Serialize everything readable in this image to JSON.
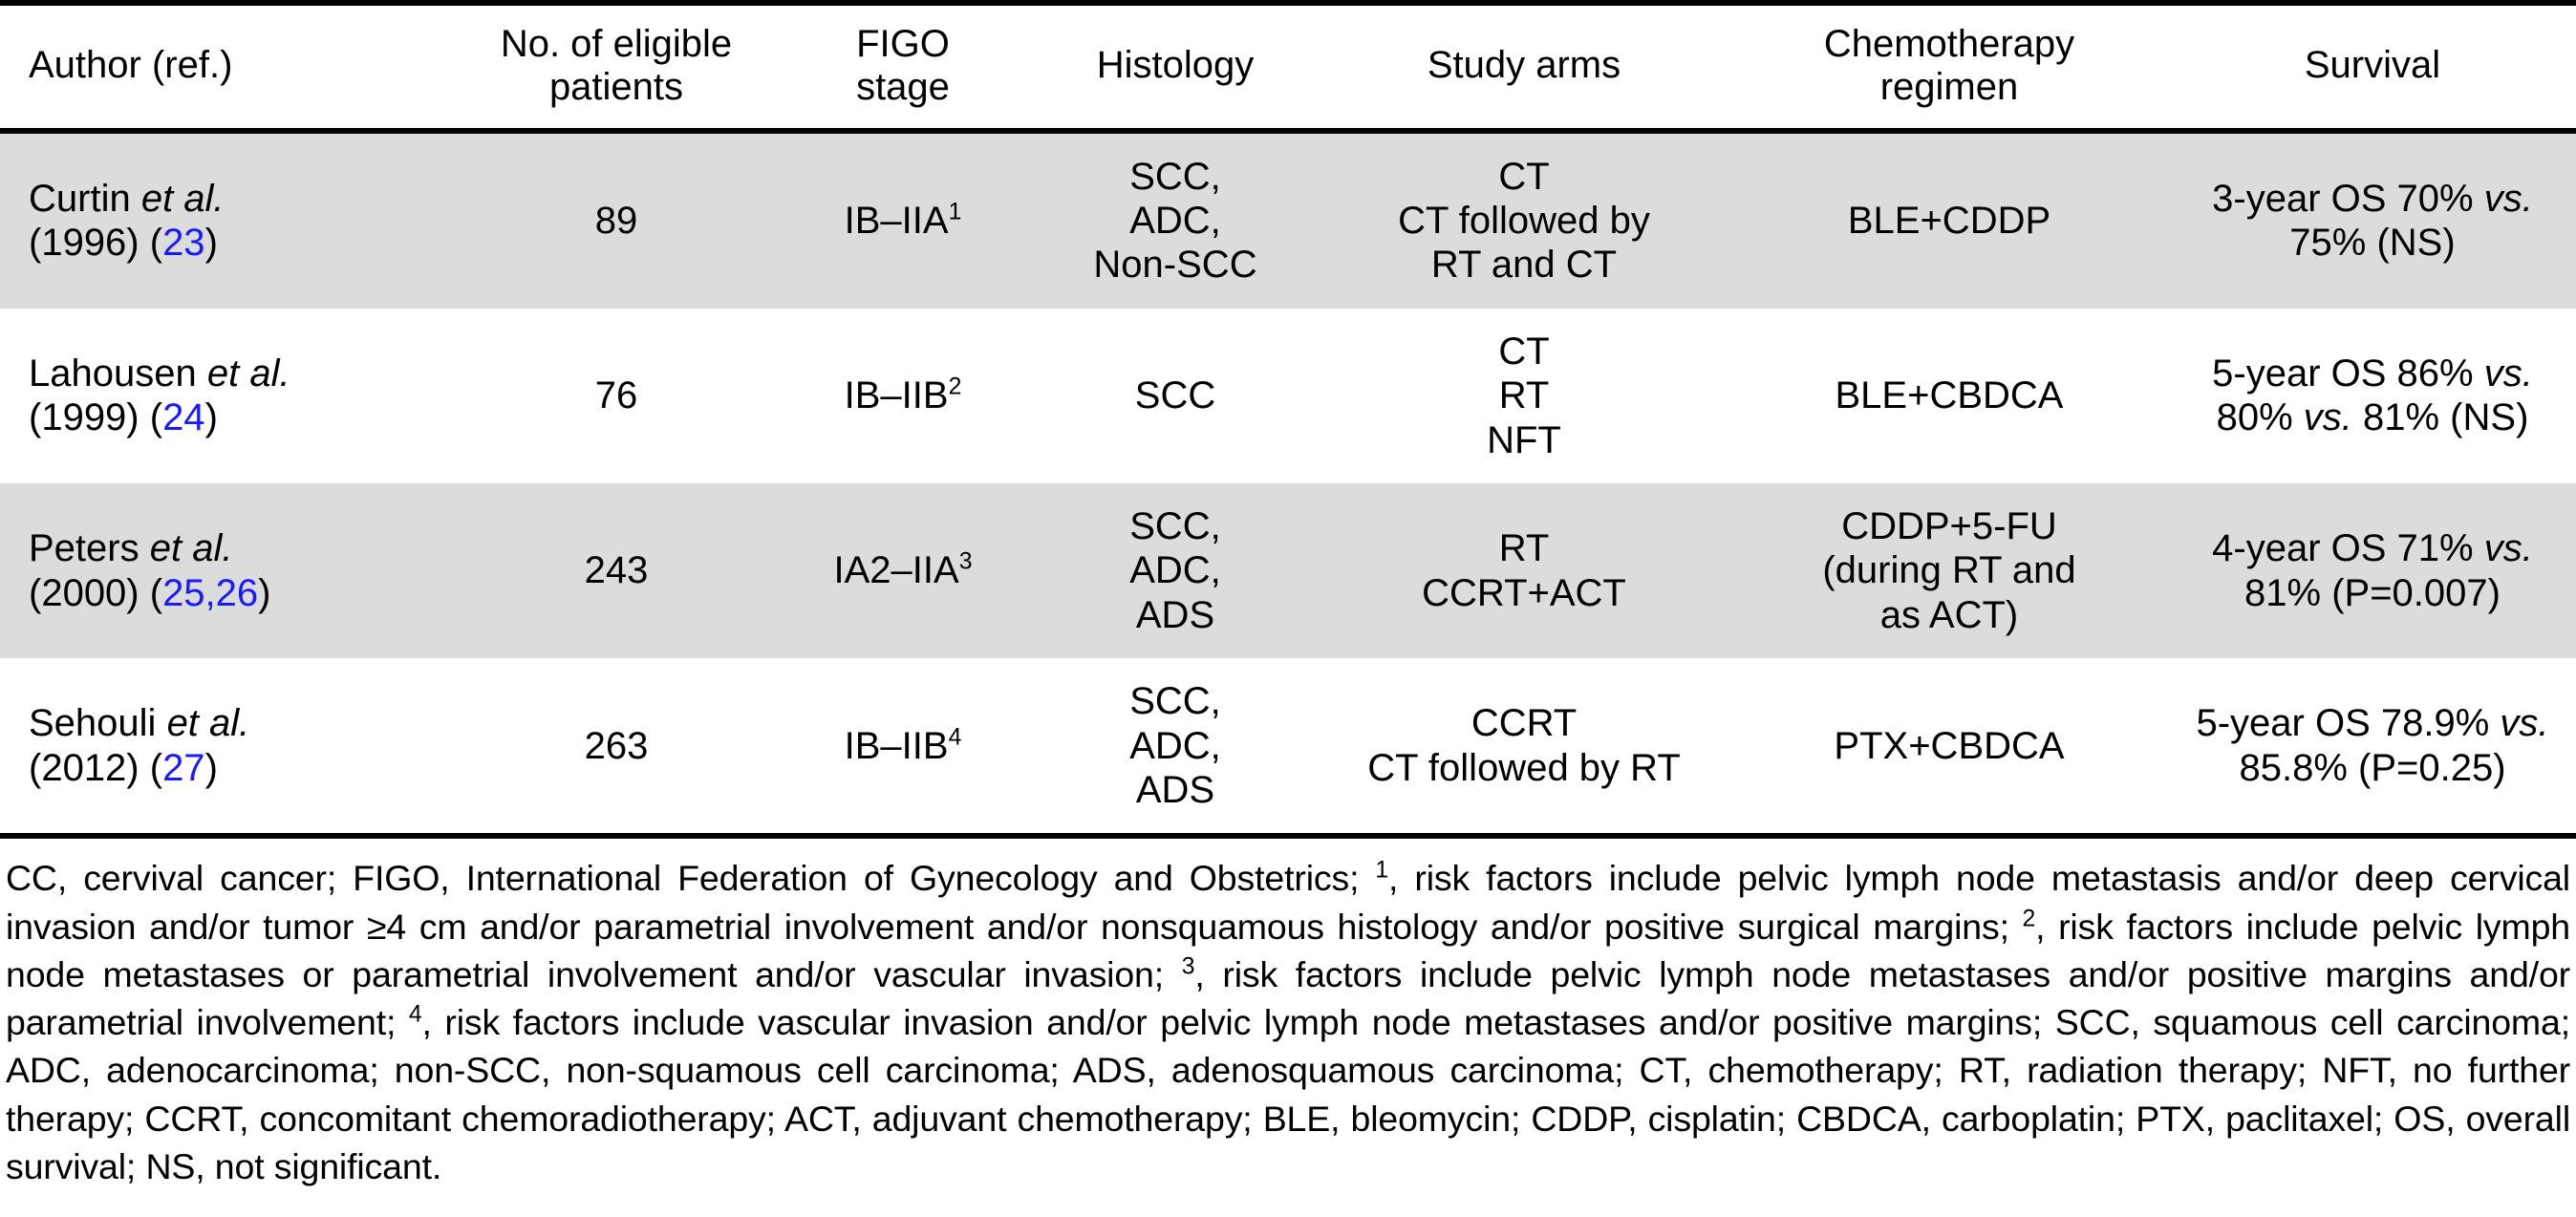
{
  "table": {
    "columns": [
      {
        "key": "author",
        "label": "Author (ref.)"
      },
      {
        "key": "patients",
        "label": "No. of eligible patients"
      },
      {
        "key": "figo",
        "label": "FIGO stage"
      },
      {
        "key": "histology",
        "label": "Histology"
      },
      {
        "key": "arms",
        "label": "Study arms"
      },
      {
        "key": "chemo",
        "label": "Chemotherapy regimen"
      },
      {
        "key": "survival",
        "label": "Survival"
      }
    ],
    "header_lines": {
      "author": [
        "Author (ref.)"
      ],
      "patients": [
        "No. of eligible",
        "patients"
      ],
      "figo": [
        "FIGO",
        "stage"
      ],
      "histology": [
        "Histology"
      ],
      "arms": [
        "Study arms"
      ],
      "chemo": [
        "Chemotherapy",
        "regimen"
      ],
      "survival": [
        "Survival"
      ]
    },
    "rows": [
      {
        "shaded": true,
        "author_name": "Curtin",
        "author_etal": "et al.",
        "author_year": "(1996) (",
        "author_refs": "23",
        "author_close": ")",
        "patients": "89",
        "figo_text": "IB–IIA",
        "figo_sup": "1",
        "histology": [
          "SCC,",
          "ADC,",
          "Non-SCC"
        ],
        "arms": [
          "CT",
          "CT followed by",
          "RT and CT"
        ],
        "chemo": [
          "BLE+CDDP"
        ],
        "survival_pre": "3-year OS 70% ",
        "survival_vs": "vs.",
        "survival_post": " 75% (NS)"
      },
      {
        "shaded": false,
        "author_name": "Lahousen",
        "author_etal": "et al.",
        "author_year": "(1999) (",
        "author_refs": "24",
        "author_close": ")",
        "patients": "76",
        "figo_text": "IB–IIB",
        "figo_sup": "2",
        "histology": [
          "SCC"
        ],
        "arms": [
          "CT",
          "RT",
          "NFT"
        ],
        "chemo": [
          "BLE+CBDCA"
        ],
        "survival_pre": "5-year OS 86% ",
        "survival_vs": "vs.",
        "survival_post": " 80% ",
        "survival_vs2": "vs.",
        "survival_post2": " 81% (NS)"
      },
      {
        "shaded": true,
        "author_name": "Peters",
        "author_etal": "et al.",
        "author_year": "(2000) (",
        "author_refs": "25,26",
        "author_close": ")",
        "patients": "243",
        "figo_text": "IA2–IIA",
        "figo_sup": "3",
        "histology": [
          "SCC,",
          "ADC,",
          "ADS"
        ],
        "arms": [
          "RT",
          "CCRT+ACT"
        ],
        "chemo": [
          "CDDP+5-FU",
          "(during RT and",
          "as ACT)"
        ],
        "survival_pre": "4-year OS 71% ",
        "survival_vs": "vs.",
        "survival_post": " 81% (P=0.007)"
      },
      {
        "shaded": false,
        "author_name": "Sehouli",
        "author_etal": "et al.",
        "author_year": "(2012) (",
        "author_refs": "27",
        "author_close": ")",
        "patients": "263",
        "figo_text": "IB–IIB",
        "figo_sup": "4",
        "histology": [
          "SCC,",
          "ADC,",
          "ADS"
        ],
        "arms": [
          "CCRT",
          "CT followed by RT"
        ],
        "chemo": [
          "PTX+CBDCA"
        ],
        "survival_pre": "5-year OS 78.9% ",
        "survival_vs": "vs.",
        "survival_post": " 85.8% (P=0.25)"
      }
    ]
  },
  "footnote": {
    "segments": [
      {
        "type": "text",
        "value": "CC, cervival cancer; FIGO, International Federation of Gynecology and Obstetrics; "
      },
      {
        "type": "sup",
        "value": "1"
      },
      {
        "type": "text",
        "value": ", risk factors include pelvic lymph node metastasis and/or deep cervical invasion and/or tumor ≥4 cm and/or parametrial involvement and/or nonsquamous histology and/or positive surgical margins; "
      },
      {
        "type": "sup",
        "value": "2"
      },
      {
        "type": "text",
        "value": ", risk factors include pelvic lymph node metastases or parametrial involvement and/or vascular invasion; "
      },
      {
        "type": "sup",
        "value": "3"
      },
      {
        "type": "text",
        "value": ", risk factors include pelvic lymph node metastases and/or positive margins and/or parametrial involvement; "
      },
      {
        "type": "sup",
        "value": "4"
      },
      {
        "type": "text",
        "value": ", risk factors include vascular invasion and/or pelvic lymph node metastases and/or positive margins; SCC, squamous cell carcinoma; ADC, adenocarcinoma; non-SCC, non-squamous cell carcinoma; ADS, adenosquamous carcinoma; CT, chemotherapy; RT, radiation therapy; NFT, no further therapy; CCRT, concomitant chemoradiotherapy; ACT, adjuvant chemotherapy; BLE, bleomycin; CDDP, cisplatin; CBDCA, carboplatin; PTX, paclitaxel; OS, overall survival; NS, not significant."
      }
    ]
  },
  "colors": {
    "shaded_row": "#dcdcdc",
    "reference_link": "#1a1aff",
    "rule": "#000000",
    "text": "#000000"
  }
}
